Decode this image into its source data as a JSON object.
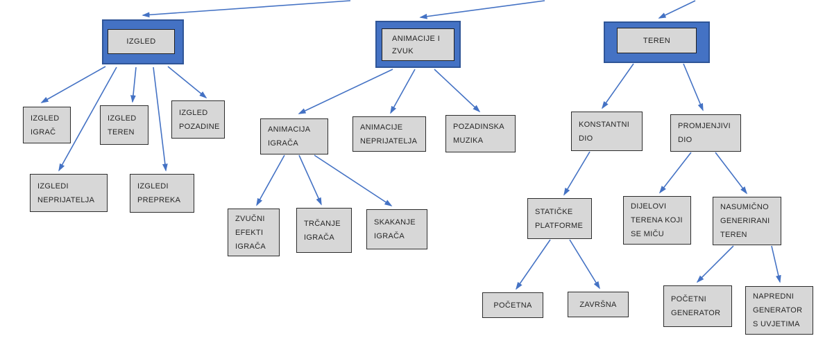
{
  "diagram": {
    "description": "Game structure tree diagram (Croatian)",
    "colors": {
      "primary_fill": "#4472C4",
      "primary_border": "#2F5597",
      "node_fill": "#D7D7D7",
      "node_border": "#2B2B2B",
      "connector": "#4472C4",
      "text": "#262626",
      "background": "#FFFFFF"
    },
    "nodes": {
      "izgled": {
        "label": "IZGLED",
        "level": 1
      },
      "animacije_i_zvuk": {
        "label": "ANIMACIJE I ZVUK",
        "level": 1
      },
      "teren": {
        "label": "TEREN",
        "level": 1
      },
      "izgled_igrac": {
        "label": "IZGLED IGRAČ",
        "level": 2
      },
      "izgled_teren": {
        "label": "IZGLED TEREN",
        "level": 2
      },
      "izgled_pozadine": {
        "label": "IZGLED POZADINE",
        "level": 2
      },
      "izgledi_neprijatelja": {
        "label": "IZGLEDI NEPRIJATELJA",
        "level": 2
      },
      "izgledi_prepreka": {
        "label": "IZGLEDI PREPREKA",
        "level": 2
      },
      "animacija_igraca": {
        "label": "ANIMACIJA IGRAČA",
        "level": 2
      },
      "animacije_neprijatelja": {
        "label": "ANIMACIJE NEPRIJATELJA",
        "level": 2
      },
      "pozadinska_muzika": {
        "label": "POZADINSKA MUZIKA",
        "level": 2
      },
      "konstantni_dio": {
        "label": "KONSTANTNI DIO",
        "level": 2
      },
      "promjenjivi_dio": {
        "label": "PROMJENJIVI DIO",
        "level": 2
      },
      "zvucni_efekti_igraca": {
        "label": "ZVUČNI EFEKTI IGRAČA",
        "level": 3
      },
      "trcanje_igraca": {
        "label": "TRČANJE IGRAČA",
        "level": 3
      },
      "skakanje_igraca": {
        "label": "SKAKANJE IGRAČA",
        "level": 3
      },
      "staticke_platforme": {
        "label": "STATIČKE PLATFORME",
        "level": 3
      },
      "dijelovi_terena": {
        "label": "DIJELOVI TERENA KOJI SE MIČU",
        "level": 3
      },
      "nasumicno_generirani_teren": {
        "label": "NASUMIČNO GENERIRANI TEREN",
        "level": 3
      },
      "pocetna": {
        "label": "POČETNA",
        "level": 4
      },
      "zavrsna": {
        "label": "ZAVRŠNA",
        "level": 4
      },
      "pocetni_generator": {
        "label": "POČETNI GENERATOR",
        "level": 4
      },
      "napredni_generator": {
        "label": "NAPREDNI GENERATOR S UVJETIMA",
        "level": 4
      }
    },
    "edges": [
      {
        "from": "offscreen-root",
        "to": "izgled"
      },
      {
        "from": "offscreen-root",
        "to": "animacije_i_zvuk"
      },
      {
        "from": "offscreen-root",
        "to": "teren"
      },
      {
        "from": "izgled",
        "to": "izgled_igrac"
      },
      {
        "from": "izgled",
        "to": "izgledi_neprijatelja"
      },
      {
        "from": "izgled",
        "to": "izgled_teren"
      },
      {
        "from": "izgled",
        "to": "izgledi_prepreka"
      },
      {
        "from": "izgled",
        "to": "izgled_pozadine"
      },
      {
        "from": "animacije_i_zvuk",
        "to": "animacija_igraca"
      },
      {
        "from": "animacije_i_zvuk",
        "to": "animacije_neprijatelja"
      },
      {
        "from": "animacije_i_zvuk",
        "to": "pozadinska_muzika"
      },
      {
        "from": "animacija_igraca",
        "to": "zvucni_efekti_igraca"
      },
      {
        "from": "animacija_igraca",
        "to": "trcanje_igraca"
      },
      {
        "from": "animacija_igraca",
        "to": "skakanje_igraca"
      },
      {
        "from": "teren",
        "to": "konstantni_dio"
      },
      {
        "from": "teren",
        "to": "promjenjivi_dio"
      },
      {
        "from": "konstantni_dio",
        "to": "staticke_platforme"
      },
      {
        "from": "promjenjivi_dio",
        "to": "dijelovi_terena"
      },
      {
        "from": "promjenjivi_dio",
        "to": "nasumicno_generirani_teren"
      },
      {
        "from": "staticke_platforme",
        "to": "pocetna"
      },
      {
        "from": "staticke_platforme",
        "to": "zavrsna"
      },
      {
        "from": "nasumicno_generirani_teren",
        "to": "pocetni_generator"
      },
      {
        "from": "nasumicno_generirani_teren",
        "to": "napredni_generator"
      }
    ]
  }
}
